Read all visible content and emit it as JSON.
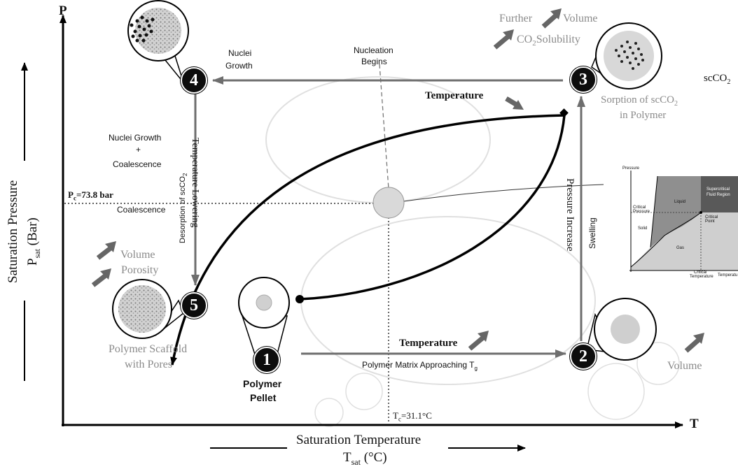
{
  "axes": {
    "y_axis_letter": "P",
    "x_axis_letter": "T",
    "ylabel": "Saturation Pressure",
    "ylabel_sym_main": "P",
    "ylabel_sym_sub": "sat",
    "ylabel_unit": " (Bar)",
    "xlabel": "Saturation Temperature",
    "xlabel_sym_main": "T",
    "xlabel_sym_sub": "sat",
    "xlabel_unit": " (°C)"
  },
  "critical": {
    "pc_main": "P",
    "pc_sub": "c",
    "pc_value": "=73.8 bar",
    "tc_main": "T",
    "tc_sub": "c",
    "tc_value": "=31.1°C"
  },
  "steps": [
    "1",
    "2",
    "3",
    "4",
    "5"
  ],
  "labels": {
    "polymer_pellet_1": "Polymer",
    "polymer_pellet_2": "Pellet",
    "temperature_bottom": "Temperature",
    "matrix_approaching_main": "Polymer Matrix Approaching T",
    "matrix_approaching_sub": "g",
    "volume_right": "Volume",
    "pressure_increase": "Pressure Increase",
    "swelling": "Swelling",
    "further": "Further",
    "volume_top": "Volume",
    "co2_solubility_a": "CO",
    "co2_solubility_sub": "2",
    "co2_solubility_b": "Solubility",
    "scco2_main": "scCO",
    "scco2_sub": "2",
    "sorption_1a": "Sorption of scCO",
    "sorption_1sub": "2",
    "sorption_2": "in Polymer",
    "temperature_top": "Temperature",
    "nucleation_1": "Nucleation",
    "nucleation_2": "Begins",
    "nuclei_growth_1": "Nuclei",
    "nuclei_growth_2": "Growth",
    "temperature_lowering": "Temperature Lowering",
    "desorption_main": "Desorption of scCO",
    "desorption_sub": "2",
    "ngc_1": "Nuclei Growth",
    "ngc_2": "+",
    "ngc_3": "Coalescence",
    "coalescence": "Coalescence",
    "volume_left": "Volume",
    "porosity": "Porosity",
    "scaffold_1": "Polymer Scaffold",
    "scaffold_2": "with Pores"
  },
  "inset": {
    "pressure": "Pressure",
    "supercritical_1": "Supercritical",
    "supercritical_2": "Fluid Region",
    "liquid": "Liquid",
    "solid": "Solid",
    "gas": "Gas",
    "critical_pressure_1": "Critical",
    "critical_pressure_2": "Pressure",
    "critical_point_1": "Critical",
    "critical_point_2": "Point",
    "critical_temp_1": "Critical",
    "critical_temp_2": "Temperature",
    "temperature": "Temperatu"
  },
  "colors": {
    "process_arrow": "#6e6e6e",
    "curve": "#000000",
    "annotation_gray": "#8a8a8a"
  }
}
